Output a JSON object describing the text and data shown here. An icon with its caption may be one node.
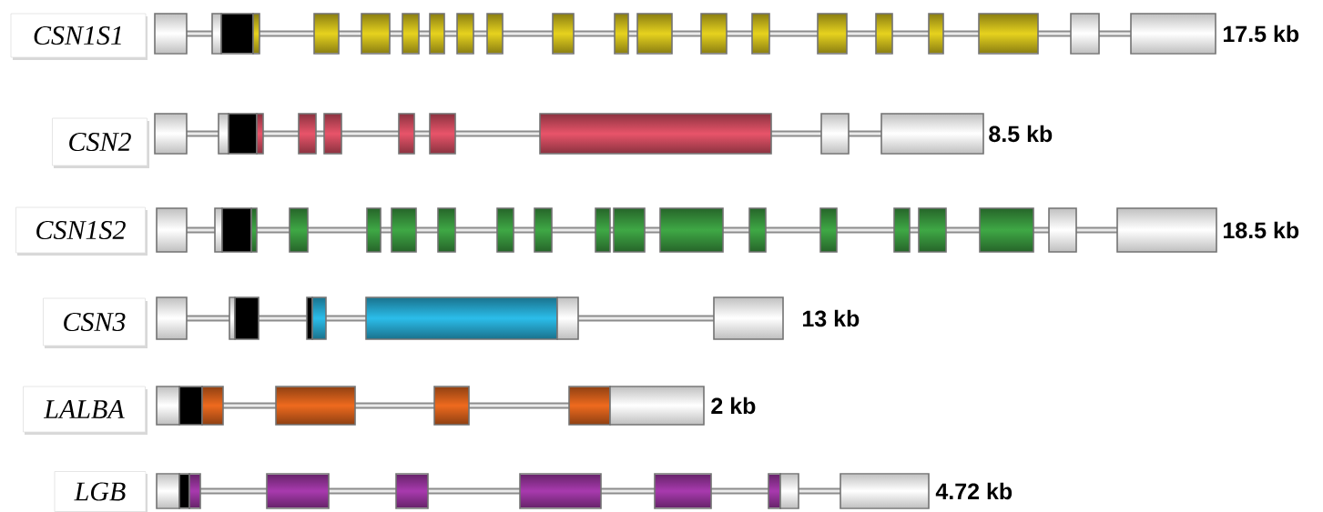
{
  "diagram": {
    "nodes": [
      {
        "text": [
          "CSN1S1"
        ]
      },
      {
        "text": [
          "CSN2"
        ]
      },
      {
        "text": [
          "CSN1S2"
        ]
      },
      {
        "text": [
          "CSN3"
        ]
      },
      {
        "text": [
          "LALBA"
        ]
      },
      {
        "text": [
          "LGB"
        ]
      }
    ],
    "labels": [
      "17.5 kb",
      "8.5 kb",
      "18.5 kb",
      "13 kb",
      "2 kb",
      "4.72 kb"
    ]
  }
}
